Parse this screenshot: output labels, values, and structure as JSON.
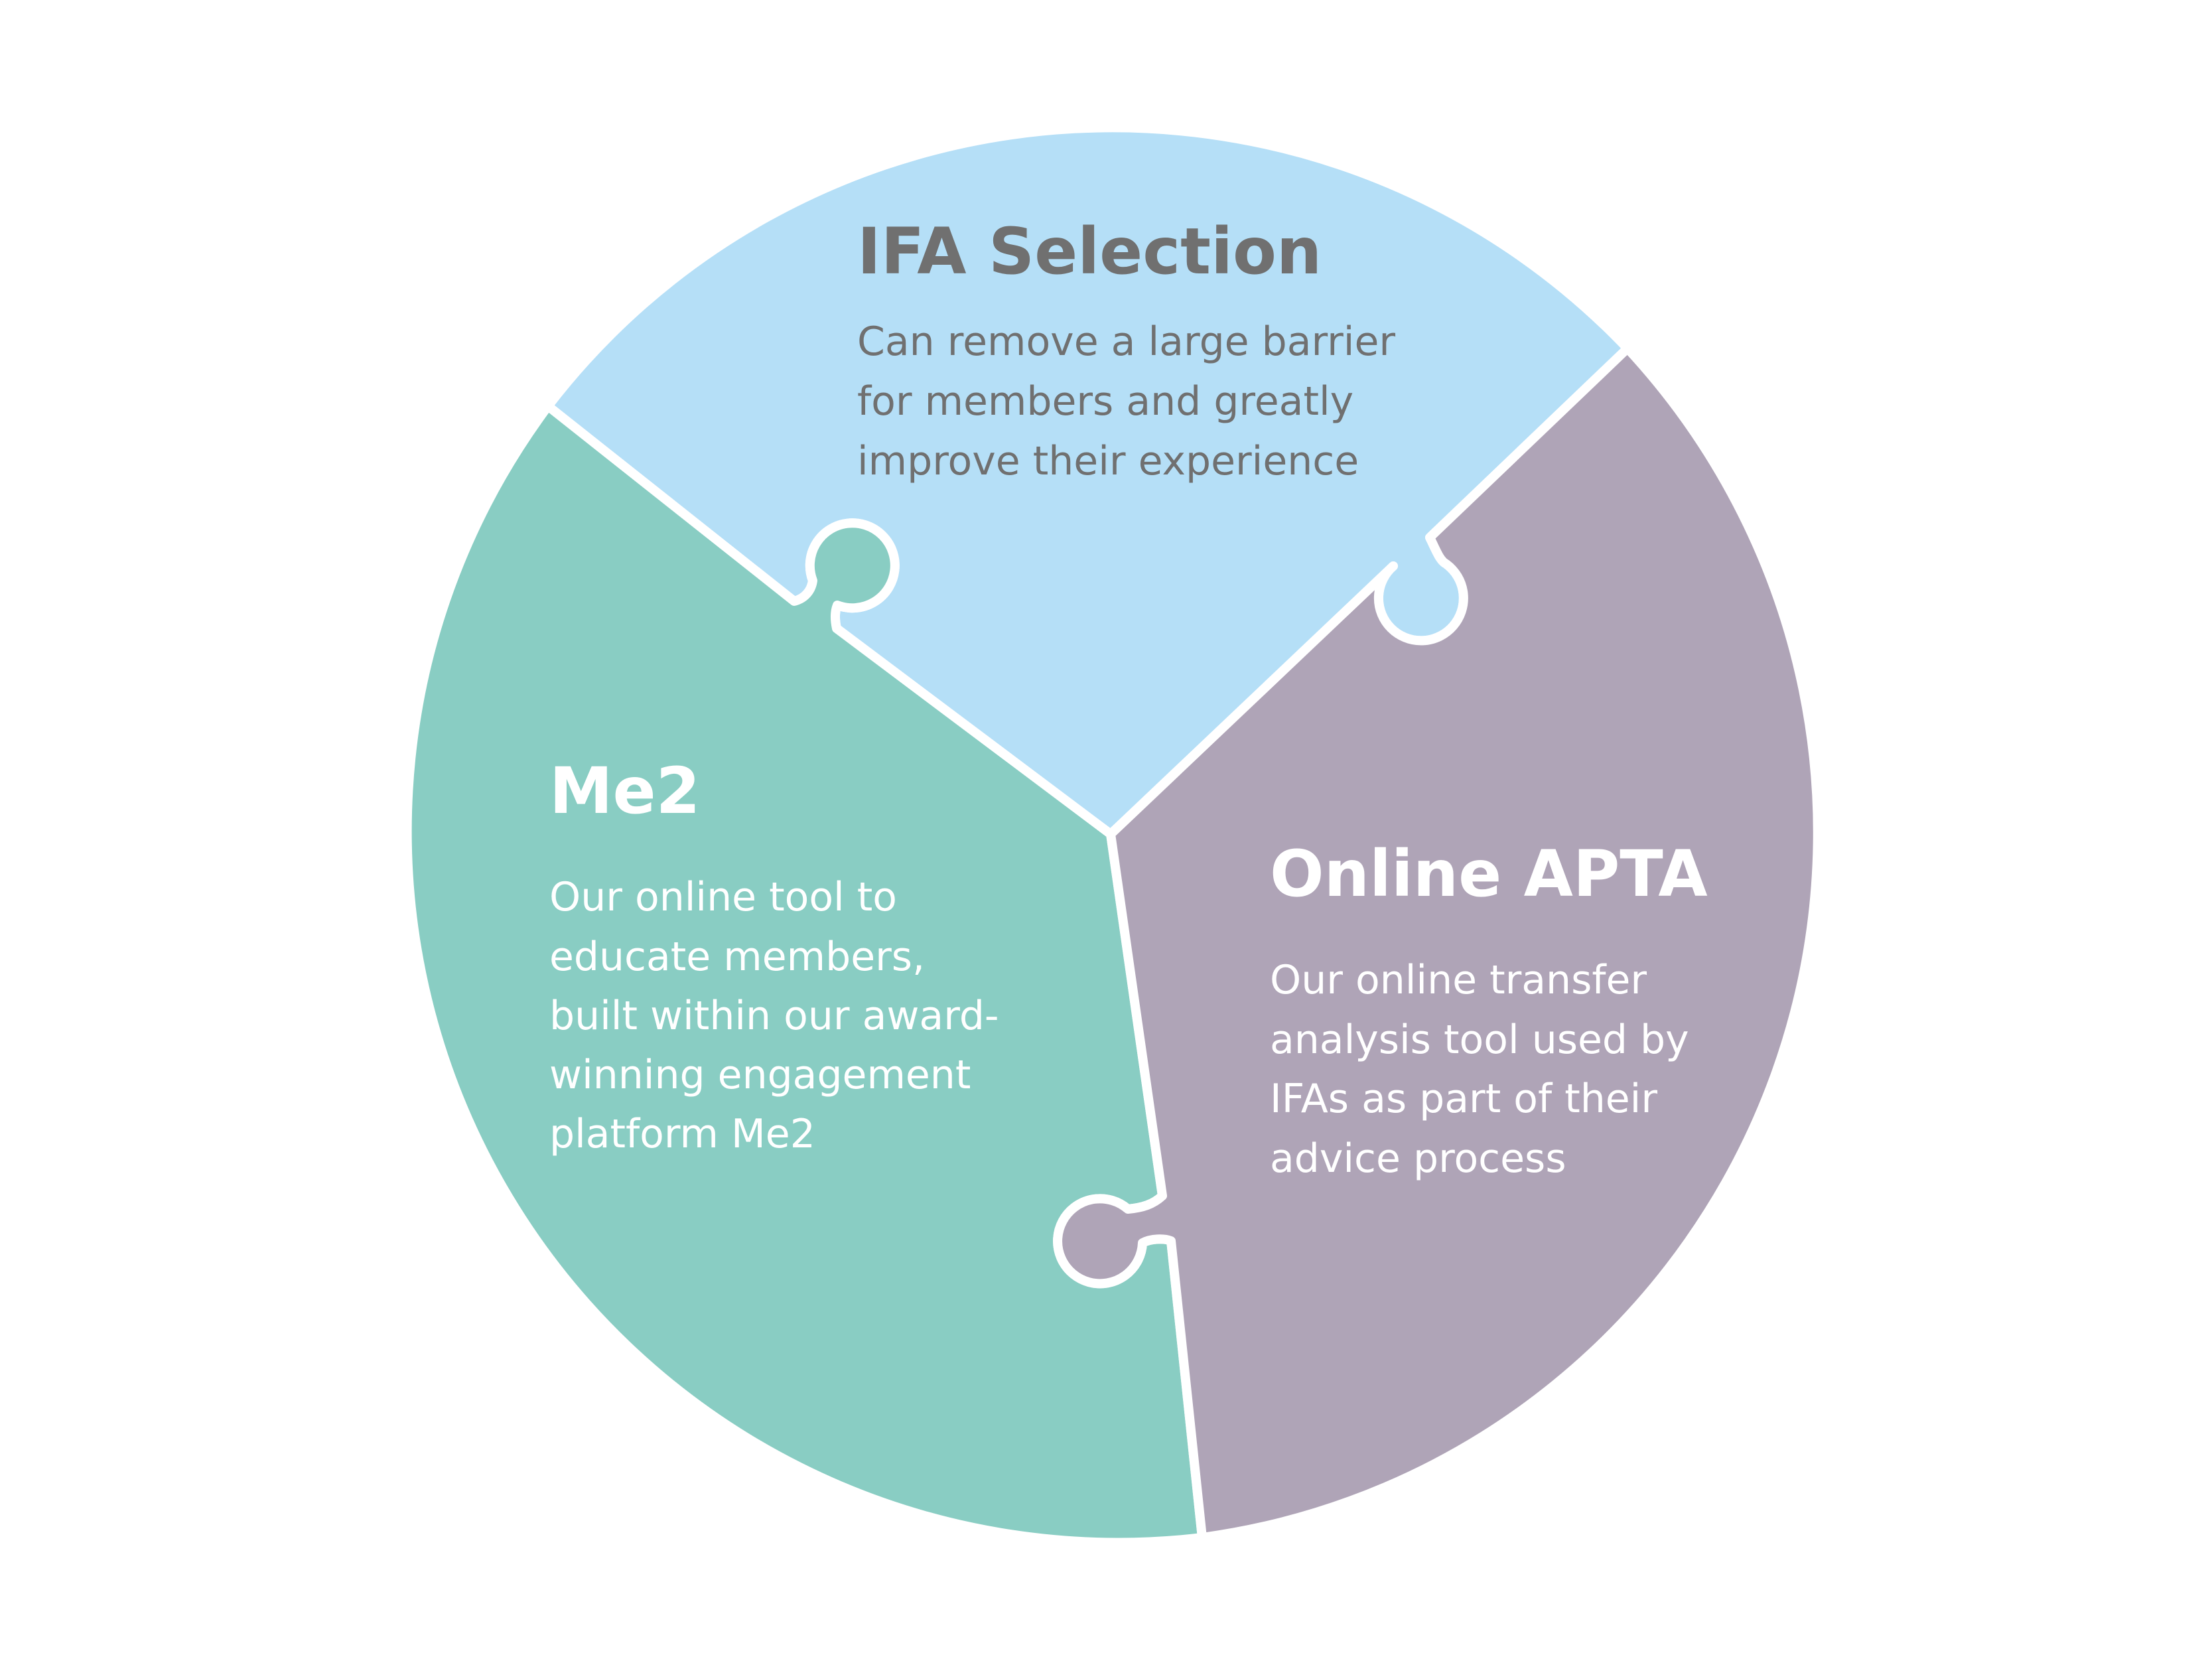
{
  "colors": {
    "background": "#ffffff",
    "outline": "#ffffff",
    "ifa_fill": "#b5dff7",
    "me2_fill": "#89cdc3",
    "apta_fill": "#afa4b7",
    "ifa_text": "#707070",
    "white_text": "#ffffff"
  },
  "segments": {
    "ifa": {
      "title": "IFA Selection",
      "lines": [
        "Can remove a large barrier",
        "for members and greatly",
        "improve their experience"
      ]
    },
    "me2": {
      "title": "Me2",
      "lines": [
        "Our online tool to",
        "educate members,",
        "built within our award-",
        "winning engagement",
        "platform Me2"
      ]
    },
    "apta": {
      "title": "Online APTA",
      "lines": [
        "Our online transfer",
        "analysis tool used by",
        "IFAs as part of their",
        "advice process"
      ]
    }
  }
}
